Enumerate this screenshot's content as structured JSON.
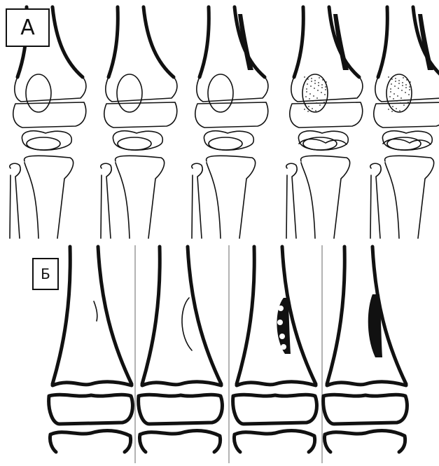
{
  "figure": {
    "panel_a": {
      "label": "А",
      "stage_count": 5
    },
    "panel_b": {
      "label": "Б",
      "stage_count": 4
    }
  },
  "colors": {
    "ink": "#111111",
    "background": "#ffffff",
    "divider": "#9a9a9a"
  }
}
